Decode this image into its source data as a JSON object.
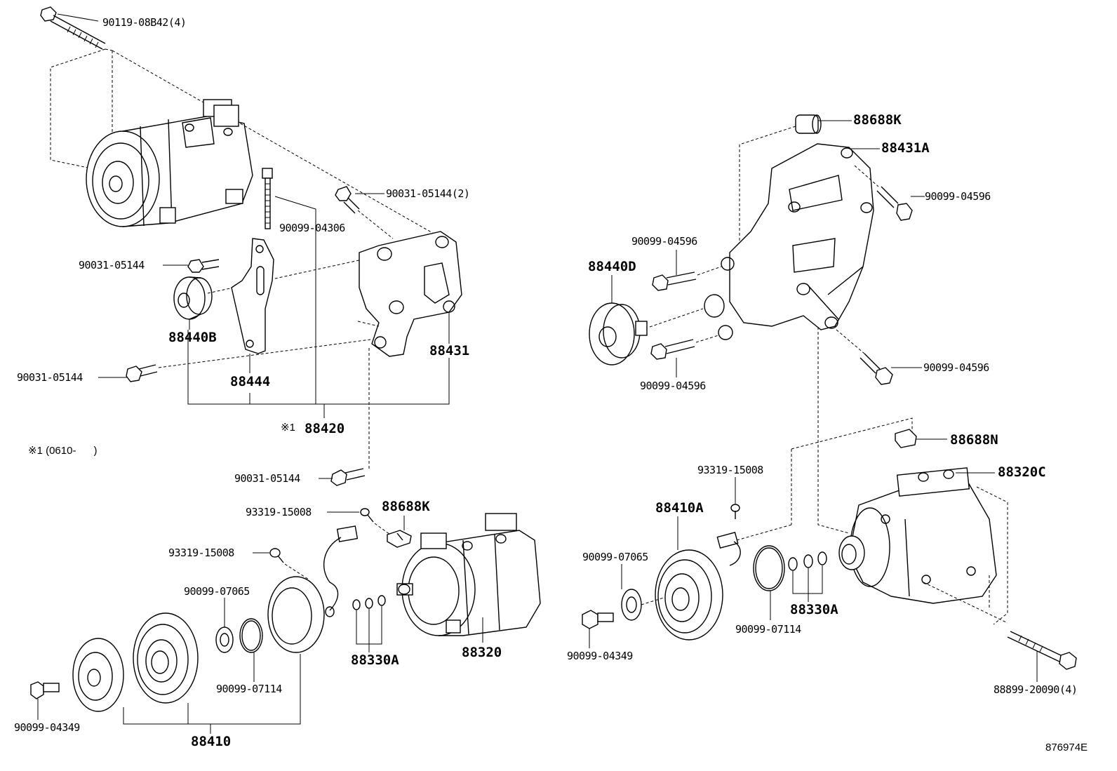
{
  "labels": {
    "bolt_top": "90119-08B42(4)",
    "bolt_905144_2": "90031-05144(2)",
    "bolt_904306": "90099-04306",
    "bolt_905144_a": "90031-05144",
    "pulley_b": "88440B",
    "bracket_88444": "88444",
    "bracket_88431": "88431",
    "bolt_905144_b": "90031-05144",
    "assy_88420": "88420",
    "assy_note_mark": "※1",
    "footnote": "※1 (0610-      )",
    "bolt_905144_c": "90031-05144",
    "screw_93319_a": "93319-15008",
    "sensor_88688k_left": "88688K",
    "screw_93319_b": "93319-15008",
    "ring_907065_left": "90099-07065",
    "ring_907114_left": "90099-07114",
    "bolt_904349_left": "90099-04349",
    "clutch_88410": "88410",
    "orings_88330a_left": "88330A",
    "comp_88320": "88320",
    "collar_88688k_right": "88688K",
    "bracket_88431a": "88431A",
    "bolt_904596_a": "90099-04596",
    "bolt_904596_b": "90099-04596",
    "pulley_d": "88440D",
    "bolt_904596_c": "90099-04596",
    "bolt_904596_d": "90099-04596",
    "sensor_88688n": "88688N",
    "comp_88320c": "88320C",
    "screw_93319_c": "93319-15008",
    "clutch_88410a": "88410A",
    "ring_907065_right": "90099-07065",
    "ring_907114_right": "90099-07114",
    "orings_88330a_right": "88330A",
    "bolt_904349_right": "90099-04349",
    "bolt_88899": "88899-20090(4)",
    "diagram_ref": "876974E"
  }
}
